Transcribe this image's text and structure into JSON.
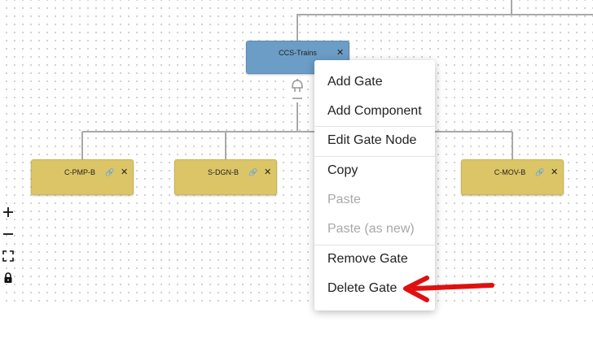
{
  "nodes": {
    "gate": {
      "label": "CCS-Trains",
      "close_glyph": "✕"
    },
    "components": [
      {
        "label": "C-PMP-B",
        "link_glyph": "🔗",
        "close_glyph": "✕"
      },
      {
        "label": "S-DGN-B",
        "link_glyph": "🔗",
        "close_glyph": "✕"
      },
      {
        "label": "C-MOV-B",
        "link_glyph": "🔗",
        "close_glyph": "✕"
      }
    ]
  },
  "zoom_controls": [
    "zoom-in",
    "zoom-out",
    "fit-view",
    "lock"
  ],
  "context_menu": {
    "items": [
      {
        "label": "Add Gate",
        "enabled": true
      },
      {
        "label": "Add Component",
        "enabled": true
      },
      {
        "label": "Edit Gate Node",
        "enabled": true
      },
      {
        "label": "Copy",
        "enabled": true
      },
      {
        "label": "Paste",
        "enabled": false
      },
      {
        "label": "Paste (as new)",
        "enabled": false
      },
      {
        "label": "Remove Gate",
        "enabled": true
      },
      {
        "label": "Delete Gate",
        "enabled": true
      }
    ]
  },
  "colors": {
    "gate_node": "#6b9dc6",
    "component_node": "#dcc566",
    "edge": "#a9a9a9",
    "arrow": "#e01010",
    "disabled_text": "#a8a8a8"
  }
}
